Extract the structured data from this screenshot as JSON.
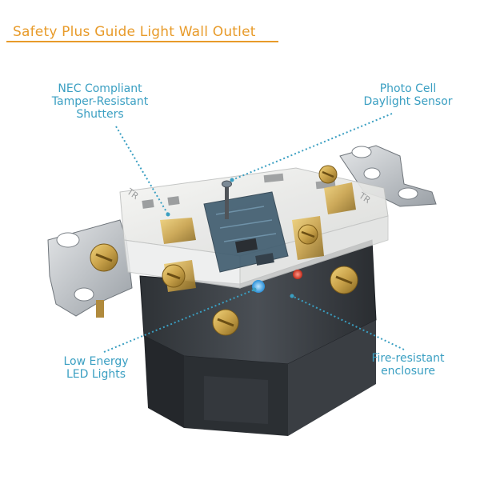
{
  "title": "Safety Plus Guide Light Wall Outlet",
  "callouts": {
    "nec": {
      "lines": [
        "NEC Compliant",
        "Tamper-Resistant",
        "Shutters"
      ]
    },
    "photo": {
      "lines": [
        "Photo Cell",
        "Daylight Sensor"
      ]
    },
    "led": {
      "lines": [
        "Low Energy",
        "LED Lights"
      ]
    },
    "fire": {
      "lines": [
        "Fire-resistant",
        "enclosure"
      ]
    }
  },
  "face_marks": {
    "left": "TR",
    "right": "TR"
  },
  "colors": {
    "title": "#e89b2a",
    "callout_text": "#3a9fc2",
    "leader": "#3a9fc2",
    "led_blue": "#3aa8e8",
    "led_red": "#d83a2a",
    "brass": "#c9a24a",
    "housing": "#3b3f44"
  }
}
